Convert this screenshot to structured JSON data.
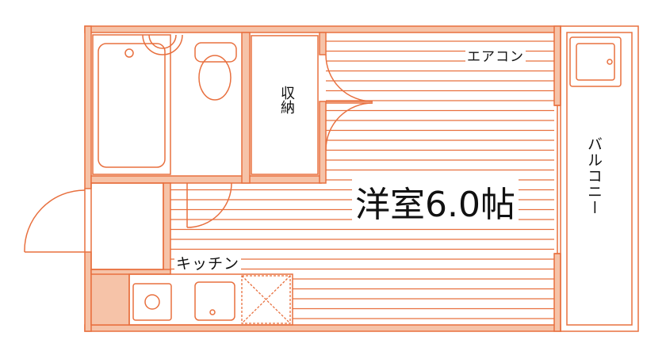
{
  "floorplan": {
    "labels": {
      "aircon": "エアコン",
      "storage": "収納",
      "room": "洋室6.0帖",
      "balcony": "バルコニー",
      "kitchen": "キッチン"
    },
    "colors": {
      "wall": "#e8703f",
      "wall_fill": "#f6c3a8",
      "floor_line": "#e8703f",
      "text": "#111111",
      "background": "#ffffff"
    }
  }
}
